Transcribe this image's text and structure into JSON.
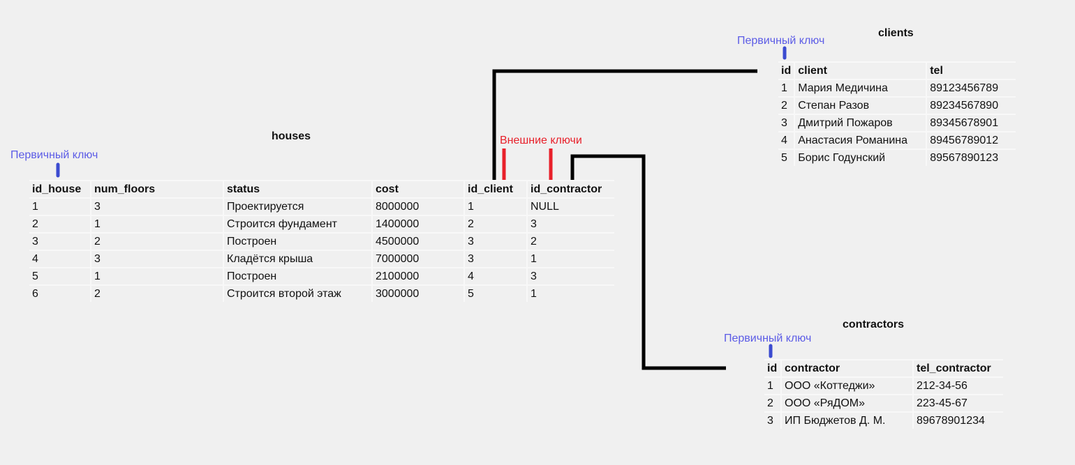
{
  "pk_label": "Первичный ключ",
  "fk_label": "Внешние ключи",
  "colors": {
    "pk": "#5b5be6",
    "pk_bar": "#3b4bd0",
    "fk": "#e8202a",
    "link": "#000000"
  },
  "houses": {
    "title": "houses",
    "columns": [
      "id_house",
      "num_floors",
      "status",
      "cost",
      "id_client",
      "id_contractor"
    ],
    "rows": [
      [
        "1",
        "3",
        "Проектируется",
        "8000000",
        "1",
        "NULL"
      ],
      [
        "2",
        "1",
        "Строится фундамент",
        "1400000",
        "2",
        "3"
      ],
      [
        "3",
        "2",
        "Построен",
        "4500000",
        "3",
        "2"
      ],
      [
        "4",
        "3",
        "Кладётся крыша",
        "7000000",
        "3",
        "1"
      ],
      [
        "5",
        "1",
        "Построен",
        "2100000",
        "4",
        "3"
      ],
      [
        "6",
        "2",
        "Строится второй этаж",
        "3000000",
        "5",
        "1"
      ]
    ]
  },
  "clients": {
    "title": "clients",
    "columns": [
      "id",
      "client",
      "tel"
    ],
    "rows": [
      [
        "1",
        "Мария Медичина",
        "89123456789"
      ],
      [
        "2",
        "Степан Разов",
        "89234567890"
      ],
      [
        "3",
        "Дмитрий Пожаров",
        "89345678901"
      ],
      [
        "4",
        "Анастасия Романина",
        "89456789012"
      ],
      [
        "5",
        "Борис Годунский",
        "89567890123"
      ]
    ]
  },
  "contractors": {
    "title": "contractors",
    "columns": [
      "id",
      "contractor",
      "tel_contractor"
    ],
    "rows": [
      [
        "1",
        "ООО «Коттеджи»",
        "212-34-56"
      ],
      [
        "2",
        "ООО «РяДОМ»",
        "223-45-67"
      ],
      [
        "3",
        "ИП Бюджетов Д. М.",
        "89678901234"
      ]
    ]
  }
}
